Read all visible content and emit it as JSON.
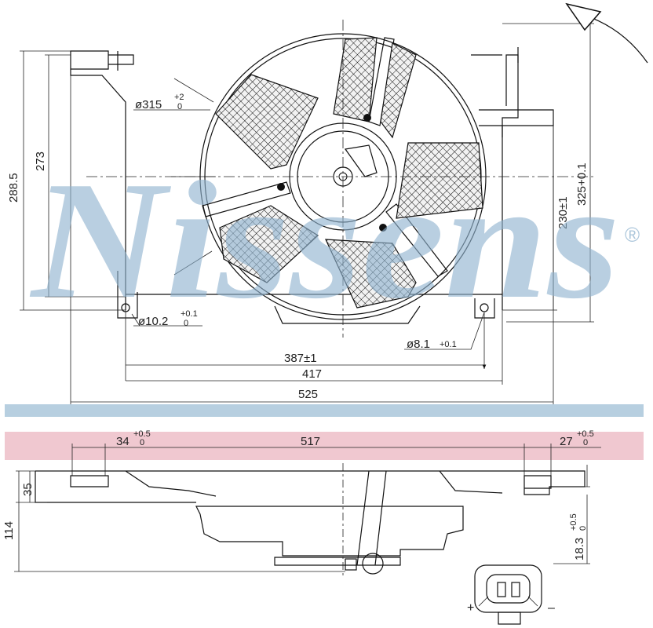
{
  "brand": {
    "name": "Nissens",
    "mark": "®",
    "color": "#8fb3cf",
    "band_top_color": "#b7cfe0",
    "band_bottom_color": "#f0c8d0"
  },
  "front_view": {
    "dia_fan": "ø315",
    "dia_fan_tol_up": "+2",
    "dia_fan_tol_lo": "0",
    "dia_left_hole": "ø10.2",
    "dia_left_tol_up": "+0.1",
    "dia_left_tol_lo": "0",
    "dia_right_hole": "ø8.1",
    "dia_right_tol": "+0.1",
    "h_288": "288.5",
    "h_273": "273",
    "h_230": "230±1",
    "h_325": "325+0.1",
    "w_387": "387±1",
    "w_417": "417",
    "w_525": "525"
  },
  "side_view": {
    "w_34": "34",
    "w_34_tol_up": "+0.5",
    "w_34_tol_lo": "0",
    "w_517": "517",
    "w_27": "27",
    "w_27_tol_up": "+0.5",
    "w_27_tol_lo": "0",
    "h_35": "35",
    "h_114": "114",
    "h_18": "18.3",
    "h_18_tol_up": "+0.5",
    "h_18_tol_lo": "0"
  },
  "connector": {
    "plus": "+",
    "minus": "–"
  }
}
